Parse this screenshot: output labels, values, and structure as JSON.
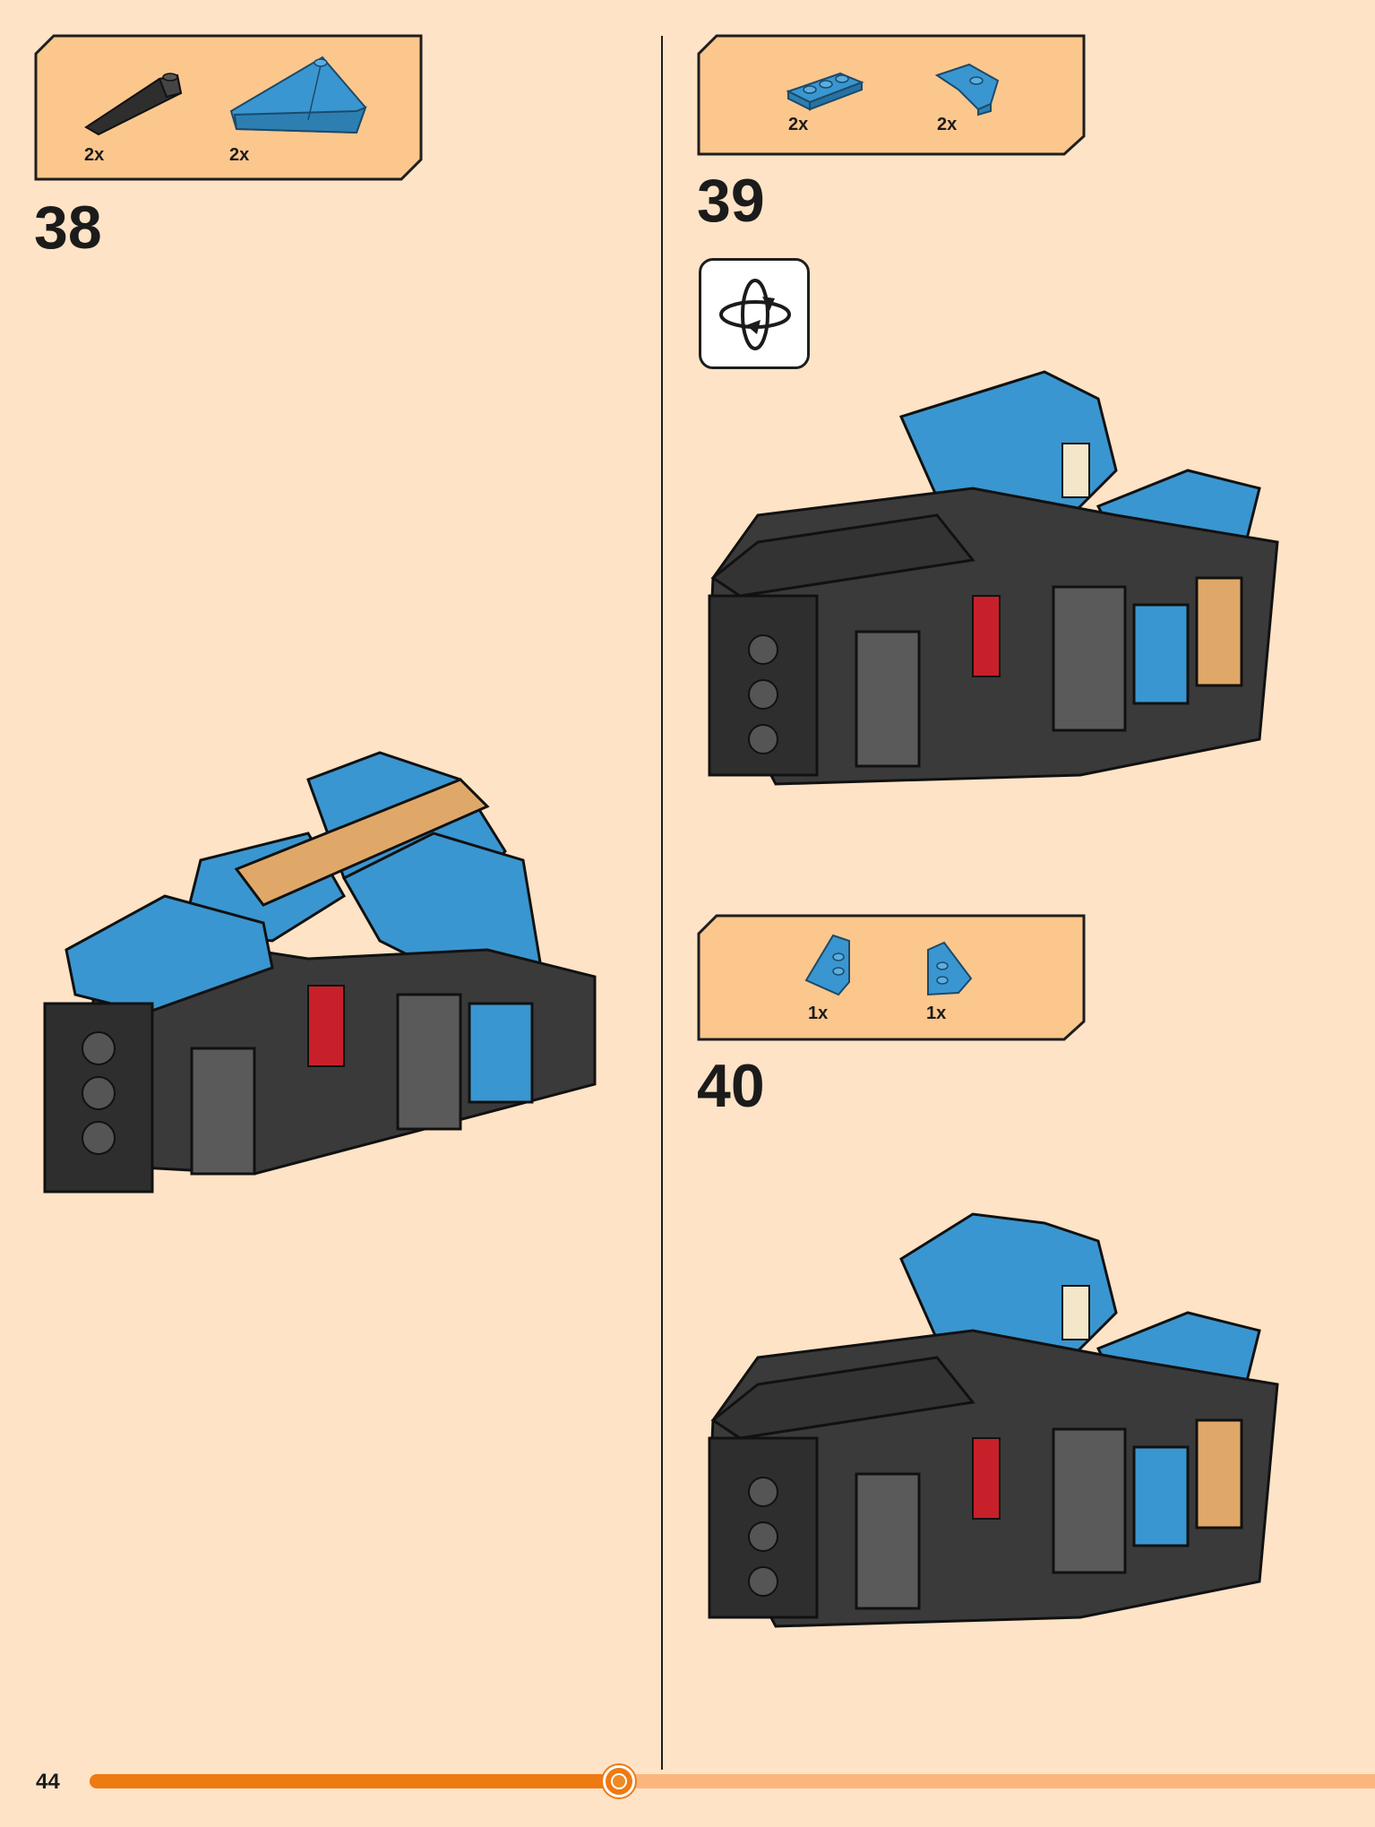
{
  "page": {
    "number": "44",
    "progress": 0.412
  },
  "steps": [
    {
      "number": "38",
      "parts": [
        {
          "qty": "2x",
          "icon": "black-wedge-slope-icon"
        },
        {
          "qty": "2x",
          "icon": "blue-wedge-plate-icon"
        }
      ]
    },
    {
      "number": "39",
      "parts": [
        {
          "qty": "2x",
          "icon": "blue-1x3-plate-icon"
        },
        {
          "qty": "2x",
          "icon": "blue-wing-plate-icon"
        }
      ],
      "callout": "rotate-model-icon"
    },
    {
      "number": "40",
      "parts": [
        {
          "qty": "1x",
          "icon": "blue-left-wedge-plate-icon"
        },
        {
          "qty": "1x",
          "icon": "blue-right-wedge-plate-icon"
        }
      ]
    }
  ],
  "colors": {
    "background": "#fee3c6",
    "parts_box": "#fcc78d",
    "progress": "#ee7a12",
    "progress_track": "#fbb67e",
    "brick_blue": "#3a96d0",
    "brick_black": "#3a3a3a",
    "brick_tan": "#e0a868"
  }
}
